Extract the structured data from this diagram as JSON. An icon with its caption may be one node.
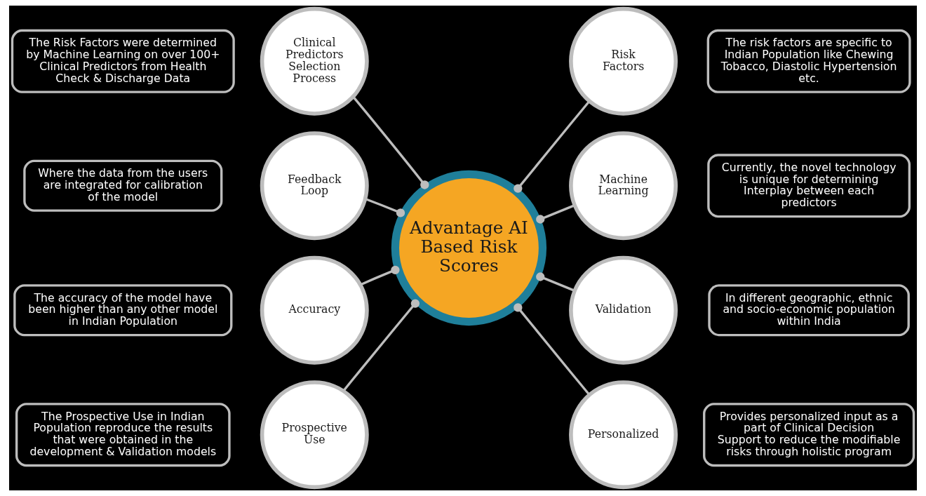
{
  "diagram": {
    "nodes": [
      {
        "text": [
          "Advantage AI Based Risk Scores"
        ]
      },
      {
        "text": [
          "The Risk Factors were determined by Machine Learning on over 100+ Clinical Predictors from Health Check & Discharge Data"
        ]
      },
      {
        "text": [
          "Clinical Predictors Selection Process"
        ]
      },
      {
        "text": [
          "Risk Factors"
        ]
      },
      {
        "text": [
          "The risk factors are specific to Indian Population like Chewing Tobacco, Diastolic Hypertension etc."
        ]
      },
      {
        "text": [
          "Where the data from the users are integrated for calibration of the model"
        ]
      },
      {
        "text": [
          "Feedback Loop"
        ]
      },
      {
        "text": [
          "Machine Learning"
        ]
      },
      {
        "text": [
          "Currently, the novel technology is unique for determining Interplay between each predictors"
        ]
      },
      {
        "text": [
          "The accuracy of the model have been higher than any other model in Indian Population"
        ]
      },
      {
        "text": [
          "Accuracy"
        ]
      },
      {
        "text": [
          "Validation"
        ]
      },
      {
        "text": [
          "In different geographic, ethnic and socio-economic population within India"
        ]
      },
      {
        "text": [
          "The Prospective Use in Indian Population reproduce the results that were obtained in the development & Validation models"
        ]
      },
      {
        "text": [
          "Prospective Use"
        ]
      },
      {
        "text": [
          "Personalized"
        ]
      },
      {
        "text": [
          "Provides personalized input as a part of Clinical Decision Support to reduce the modifiable risks through holistic program"
        ]
      }
    ],
    "edges": [
      {
        "from": 0,
        "to": 2,
        "arrow": "other"
      },
      {
        "from": 0,
        "to": 3,
        "arrow": "other"
      },
      {
        "from": 0,
        "to": 6,
        "arrow": "other"
      },
      {
        "from": 0,
        "to": 7,
        "arrow": "other"
      },
      {
        "from": 0,
        "to": 10,
        "arrow": "other"
      },
      {
        "from": 0,
        "to": 11,
        "arrow": "other"
      },
      {
        "from": 0,
        "to": 14,
        "arrow": "other"
      },
      {
        "from": 0,
        "to": 15,
        "arrow": "other"
      }
    ]
  }
}
